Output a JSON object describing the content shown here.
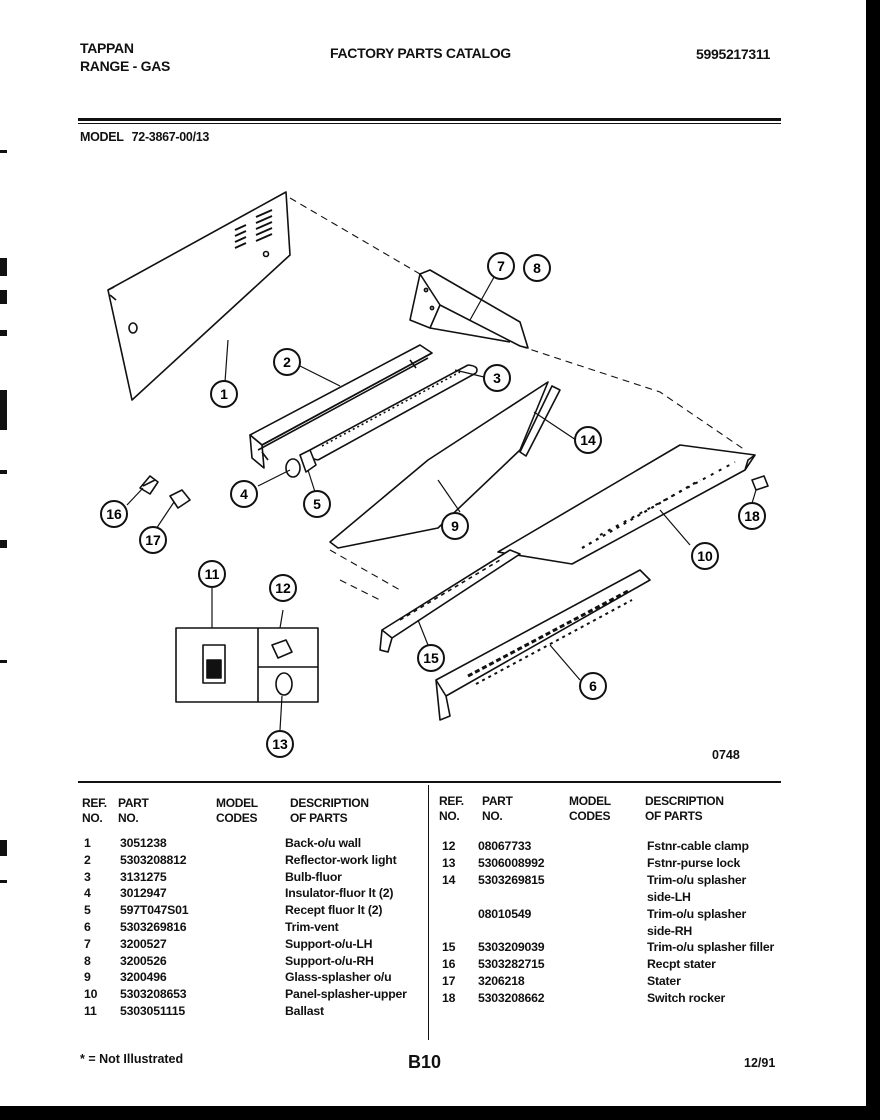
{
  "header": {
    "brand": "TAPPAN",
    "product": "RANGE - GAS",
    "catalog_title": "FACTORY PARTS CATALOG",
    "catalog_number": "5995217311"
  },
  "model": {
    "label": "MODEL",
    "number": "72-3867-00/13"
  },
  "diagram": {
    "code": "0748",
    "callouts": [
      "1",
      "2",
      "3",
      "4",
      "5",
      "6",
      "7",
      "8",
      "9",
      "10",
      "11",
      "12",
      "13",
      "14",
      "15",
      "16",
      "17",
      "18"
    ]
  },
  "table": {
    "columns": [
      "REF. NO.",
      "PART NO.",
      "MODEL CODES",
      "DESCRIPTION OF PARTS"
    ],
    "headers": {
      "ref_1": "REF.",
      "ref_2": "NO.",
      "part_1": "PART",
      "part_2": "NO.",
      "model_1": "MODEL",
      "model_2": "CODES",
      "desc_1": "DESCRIPTION",
      "desc_2": "OF PARTS"
    },
    "left_rows": [
      {
        "ref": "1",
        "part": "3051238",
        "desc": "Back-o/u wall"
      },
      {
        "ref": "2",
        "part": "5303208812",
        "desc": "Reflector-work light"
      },
      {
        "ref": "3",
        "part": "3131275",
        "desc": "Bulb-fluor"
      },
      {
        "ref": "4",
        "part": "3012947",
        "desc": "Insulator-fluor lt (2)"
      },
      {
        "ref": "5",
        "part": "597T047S01",
        "desc": "Recept fluor lt (2)"
      },
      {
        "ref": "6",
        "part": "5303269816",
        "desc": "Trim-vent"
      },
      {
        "ref": "7",
        "part": "3200527",
        "desc": "Support-o/u-LH"
      },
      {
        "ref": "8",
        "part": "3200526",
        "desc": "Support-o/u-RH"
      },
      {
        "ref": "9",
        "part": "3200496",
        "desc": "Glass-splasher o/u"
      },
      {
        "ref": "10",
        "part": "5303208653",
        "desc": "Panel-splasher-upper"
      },
      {
        "ref": "11",
        "part": "5303051115",
        "desc": "Ballast"
      }
    ],
    "right_rows": [
      {
        "ref": "12",
        "part": "08067733",
        "desc": "Fstnr-cable clamp"
      },
      {
        "ref": "13",
        "part": "5306008992",
        "desc": "Fstnr-purse lock"
      },
      {
        "ref": "14",
        "part": "5303269815",
        "desc": "Trim-o/u splasher"
      },
      {
        "ref": "",
        "part": "",
        "desc": "side-LH"
      },
      {
        "ref": "",
        "part": "08010549",
        "desc": "Trim-o/u splasher"
      },
      {
        "ref": "",
        "part": "",
        "desc": "side-RH"
      },
      {
        "ref": "15",
        "part": "5303209039",
        "desc": "Trim-o/u splasher filler"
      },
      {
        "ref": "16",
        "part": "5303282715",
        "desc": "Recpt stater"
      },
      {
        "ref": "17",
        "part": "3206218",
        "desc": "Stater"
      },
      {
        "ref": "18",
        "part": "5303208662",
        "desc": "Switch rocker"
      }
    ]
  },
  "footer": {
    "note": "* = Not Illustrated",
    "page": "B10",
    "date": "12/91"
  }
}
